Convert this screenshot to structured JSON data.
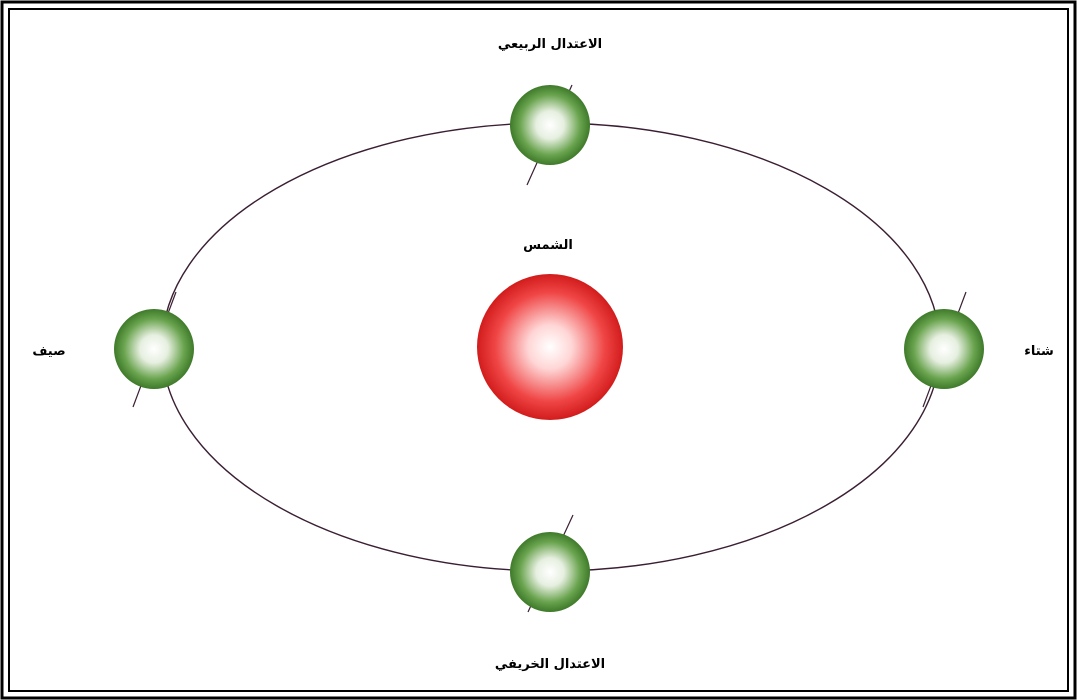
{
  "labels": {
    "vernal_equinox": "الاعتدال الربيعي",
    "autumnal_equinox": "الاعتدال الخريفي",
    "sun": "الشمس",
    "summer": "صيف",
    "winter": "شتاء"
  },
  "colors": {
    "sun": "#e32222",
    "earth": "#3f8a2c",
    "orbit": "#3a1f33",
    "frame": "#000000"
  }
}
